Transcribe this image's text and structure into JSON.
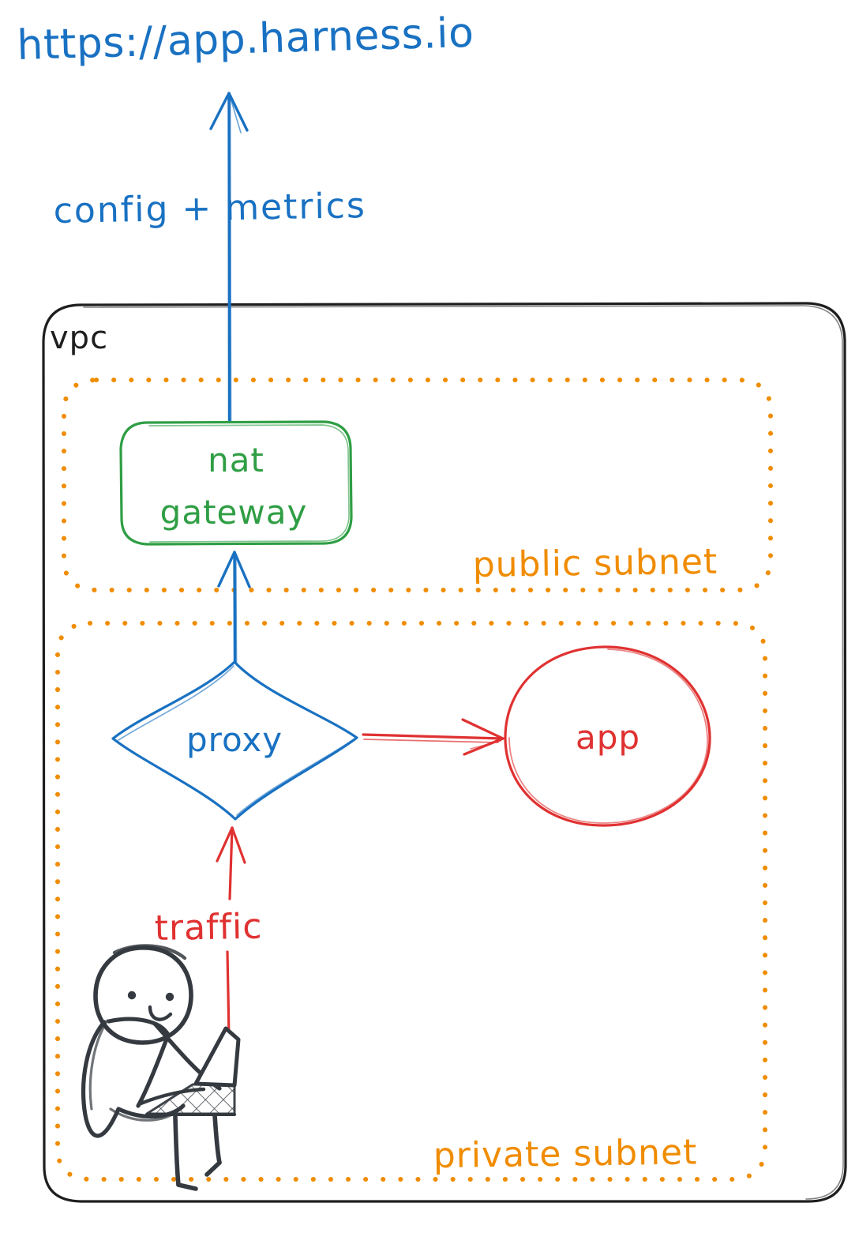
{
  "diagram": {
    "title_url": "https://app.harness.io",
    "colors": {
      "blue": "#1971c2",
      "green": "#2f9e44",
      "orange": "#f08c00",
      "red": "#e03131",
      "ink": "#343a40",
      "black": "#1e1e1e"
    },
    "external": {
      "url_label": "https://app.harness.io",
      "link_label": "config + metrics"
    },
    "vpc": {
      "label": "vpc"
    },
    "public_subnet": {
      "label": "public subnet",
      "nodes": [
        {
          "id": "nat-gateway",
          "label_line1": "nat",
          "label_line2": "gateway",
          "shape": "rounded-rect",
          "color": "#2f9e44"
        }
      ]
    },
    "private_subnet": {
      "label": "private subnet",
      "nodes": [
        {
          "id": "proxy",
          "label": "proxy",
          "shape": "diamond",
          "color": "#1971c2"
        },
        {
          "id": "app",
          "label": "app",
          "shape": "ellipse",
          "color": "#e03131"
        },
        {
          "id": "user",
          "label": "",
          "shape": "person-with-laptop",
          "color": "#343a40"
        }
      ]
    },
    "edges": [
      {
        "id": "nat-to-internet",
        "from": "nat-gateway",
        "to": "https://app.harness.io",
        "label": "config + metrics",
        "color": "#1971c2"
      },
      {
        "id": "proxy-to-nat",
        "from": "proxy",
        "to": "nat-gateway",
        "label": "",
        "color": "#1971c2"
      },
      {
        "id": "proxy-to-app",
        "from": "proxy",
        "to": "app",
        "label": "",
        "color": "#e03131"
      },
      {
        "id": "user-to-proxy",
        "from": "user",
        "to": "proxy",
        "label": "traffic",
        "color": "#e03131"
      }
    ],
    "labels": {
      "traffic": "traffic"
    }
  }
}
